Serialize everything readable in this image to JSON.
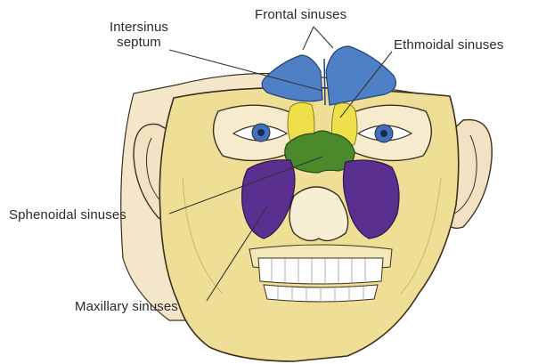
{
  "labels": {
    "intersinus_line1": "Intersinus",
    "intersinus_line2": "septum",
    "frontal": "Frontal sinuses",
    "ethmoidal": "Ethmoidal sinuses",
    "sphenoidal": "Sphenoidal sinuses",
    "maxillary": "Maxillary sinuses"
  },
  "colors": {
    "background": "#ffffff",
    "skin": "#f3e2c2",
    "bone": "#eedc8e",
    "frontal_sinus": "#4f7fc4",
    "ethmoidal_sinus": "#eee04a",
    "sphenoidal_sinus": "#4a8a2a",
    "maxillary_sinus": "#5b2f90",
    "eye_iris": "#3f72bd",
    "outline": "#3a3020",
    "leader_line": "#333333"
  }
}
